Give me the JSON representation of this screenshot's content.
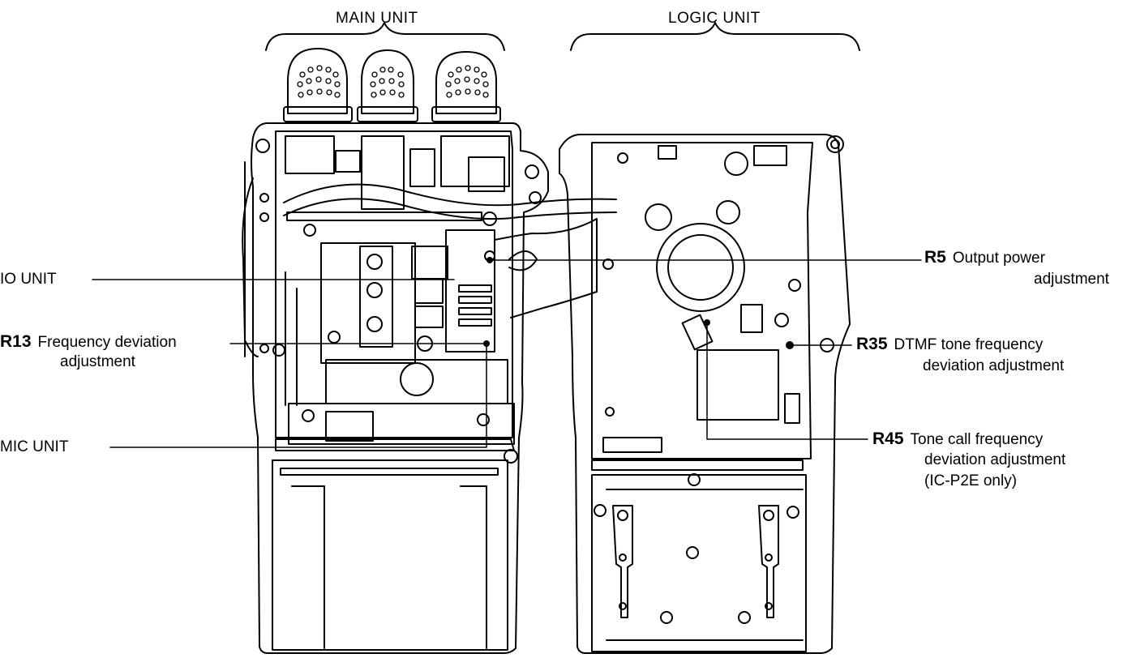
{
  "headers": {
    "main_unit": "MAIN UNIT",
    "logic_unit": "LOGIC UNIT"
  },
  "callouts": {
    "io_unit": "IO UNIT",
    "mic_unit": "MIC UNIT",
    "r13": {
      "ref": "R13",
      "line1": "Frequency deviation",
      "line2": "adjustment"
    },
    "r5": {
      "ref": "R5",
      "line1": "Output power",
      "line2": "adjustment"
    },
    "r35": {
      "ref": "R35",
      "line1": "DTMF tone frequency",
      "line2": "deviation adjustment"
    },
    "r45": {
      "ref": "R45",
      "line1": "Tone call frequency",
      "line2": "deviation adjustment",
      "line3": "(IC-P2E only)"
    }
  },
  "colors": {
    "ink": "#000000",
    "paper": "#ffffff"
  }
}
